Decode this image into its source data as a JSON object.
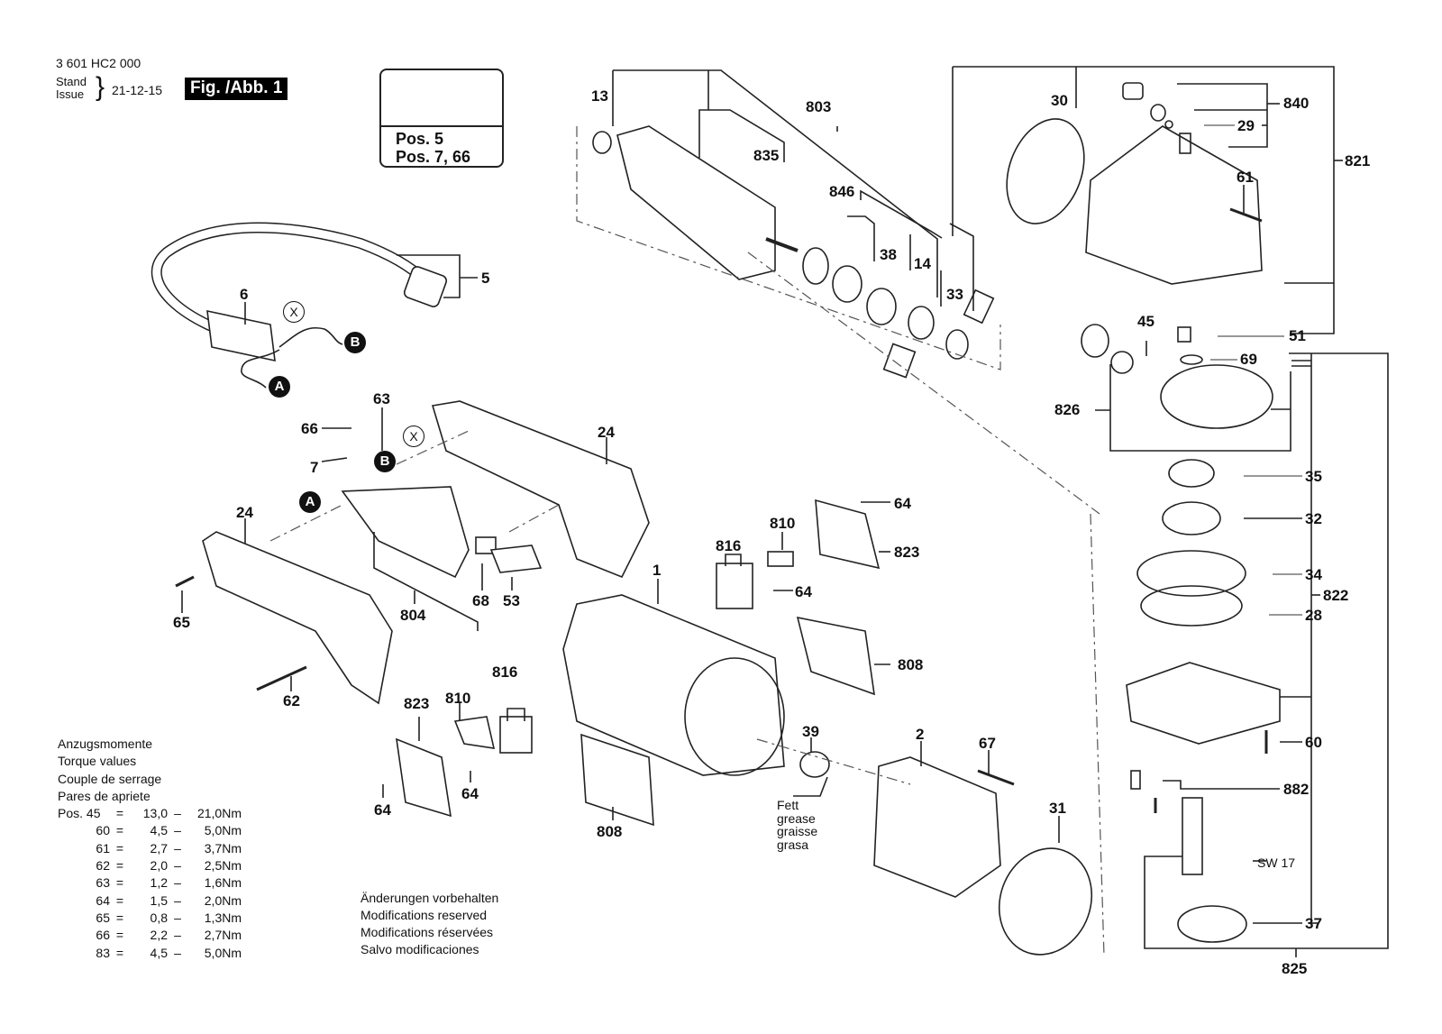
{
  "header": {
    "part_code": "3 601 HC2 000",
    "stand_label": "Stand",
    "issue_label": "Issue",
    "date": "21-12-15",
    "figure_label": "Fig. /Abb. 1"
  },
  "warning_box": {
    "icons": [
      "warning-triangle-icon",
      "read-manual-icon"
    ],
    "lines": [
      "Pos. 5",
      "Pos. 7, 66"
    ]
  },
  "connectors": {
    "A": "A",
    "B": "B",
    "X": "X"
  },
  "part_labels": {
    "p1": "1",
    "p2": "2",
    "p5": "5",
    "p6": "6",
    "p7": "7",
    "p13": "13",
    "p14": "14",
    "p24a": "24",
    "p24b": "24",
    "p28": "28",
    "p29": "29",
    "p30": "30",
    "p31": "31",
    "p32": "32",
    "p33": "33",
    "p34": "34",
    "p35": "35",
    "p37": "37",
    "p38": "38",
    "p39": "39",
    "p45": "45",
    "p51": "51",
    "p53": "53",
    "p60": "60",
    "p61": "61",
    "p62": "62",
    "p63": "63",
    "p64a": "64",
    "p64b": "64",
    "p64c": "64",
    "p64d": "64",
    "p65": "65",
    "p66": "66",
    "p67": "67",
    "p68": "68",
    "p69": "69",
    "p803": "803",
    "p804": "804",
    "p808a": "808",
    "p808b": "808",
    "p810a": "810",
    "p810b": "810",
    "p816a": "816",
    "p816b": "816",
    "p821": "821",
    "p822": "822",
    "p823a": "823",
    "p823b": "823",
    "p825": "825",
    "p826": "826",
    "p835": "835",
    "p840": "840",
    "p846": "846",
    "p882": "882",
    "sw17": "SW 17"
  },
  "grease_note": [
    "Fett",
    "grease",
    "graisse",
    "grasa"
  ],
  "torque_table": {
    "titles": [
      "Anzugsmomente",
      "Torque values",
      "Couple de serrage",
      "Pares de apriete"
    ],
    "prefix": "Pos.",
    "rows": [
      {
        "pos": "45",
        "eq": "=",
        "min": "13,0",
        "dash": "–",
        "max": "21,0Nm"
      },
      {
        "pos": "60",
        "eq": "=",
        "min": "4,5",
        "dash": "–",
        "max": "5,0Nm"
      },
      {
        "pos": "61",
        "eq": "=",
        "min": "2,7",
        "dash": "–",
        "max": "3,7Nm"
      },
      {
        "pos": "62",
        "eq": "=",
        "min": "2,0",
        "dash": "–",
        "max": "2,5Nm"
      },
      {
        "pos": "63",
        "eq": "=",
        "min": "1,2",
        "dash": "–",
        "max": "1,6Nm"
      },
      {
        "pos": "64",
        "eq": "=",
        "min": "1,5",
        "dash": "–",
        "max": "2,0Nm"
      },
      {
        "pos": "65",
        "eq": "=",
        "min": "0,8",
        "dash": "–",
        "max": "1,3Nm"
      },
      {
        "pos": "66",
        "eq": "=",
        "min": "2,2",
        "dash": "–",
        "max": "2,7Nm"
      },
      {
        "pos": "83",
        "eq": "=",
        "min": "4,5",
        "dash": "–",
        "max": "5,0Nm"
      }
    ]
  },
  "modifications_note": [
    "Änderungen vorbehalten",
    "Modifications reserved",
    "Modifications réservées",
    "Salvo modificaciones"
  ]
}
